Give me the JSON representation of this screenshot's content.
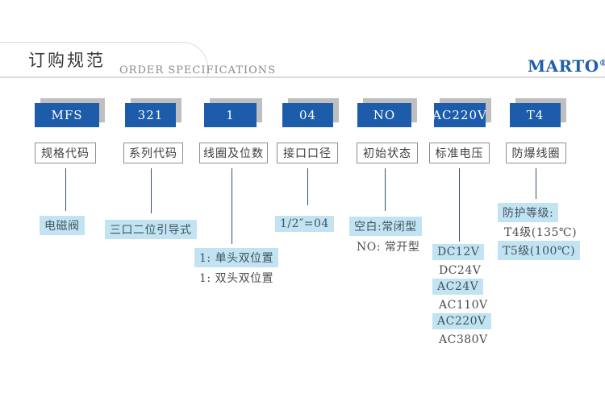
{
  "header": {
    "title_zh": "订购规范",
    "title_en": "ORDER SPECIFICATIONS",
    "brand": "MARTO",
    "brand_mark": "®"
  },
  "colors": {
    "code_box_blue": "#1d5cab",
    "code_box_shadow_gray": "#bfbfbf",
    "highlight_blue": "#c2e4f2",
    "connector_navy": "#36506a",
    "brand_blue": "#1f5fae"
  },
  "columns": [
    {
      "code": "MFS",
      "label": "规格代码",
      "notes": [
        {
          "text": "电磁阀",
          "highlight": true
        }
      ]
    },
    {
      "code": "321",
      "label": "系列代码",
      "notes": [
        {
          "text": "三口二位引导式",
          "highlight": true
        }
      ]
    },
    {
      "code": "1",
      "label": "线圈及位数",
      "notes": [
        {
          "text": "1: 单头双位置",
          "highlight": true
        },
        {
          "text": "1: 双头双位置",
          "highlight": false
        }
      ]
    },
    {
      "code": "04",
      "label": "接口口径",
      "notes": [
        {
          "text": "1/2″=04",
          "highlight": true
        }
      ]
    },
    {
      "code": "NO",
      "label": "初始状态",
      "notes": [
        {
          "text": "空白:常闭型",
          "highlight": true
        },
        {
          "text": "NO: 常开型",
          "highlight": false
        }
      ]
    },
    {
      "code": "AC220V",
      "label": "标准电压",
      "notes": [
        {
          "text": "DC12V",
          "highlight": true
        },
        {
          "text": "DC24V",
          "highlight": false
        },
        {
          "text": "AC24V",
          "highlight": true
        },
        {
          "text": "AC110V",
          "highlight": false
        },
        {
          "text": "AC220V",
          "highlight": true
        },
        {
          "text": "AC380V",
          "highlight": false
        }
      ]
    },
    {
      "code": "T4",
      "label": "防爆线圈",
      "notes": [
        {
          "text": "防护等级:",
          "highlight": true
        },
        {
          "text": "T4级(135℃)",
          "highlight": false
        },
        {
          "text": "T5级(100℃)",
          "highlight": true
        }
      ]
    }
  ]
}
